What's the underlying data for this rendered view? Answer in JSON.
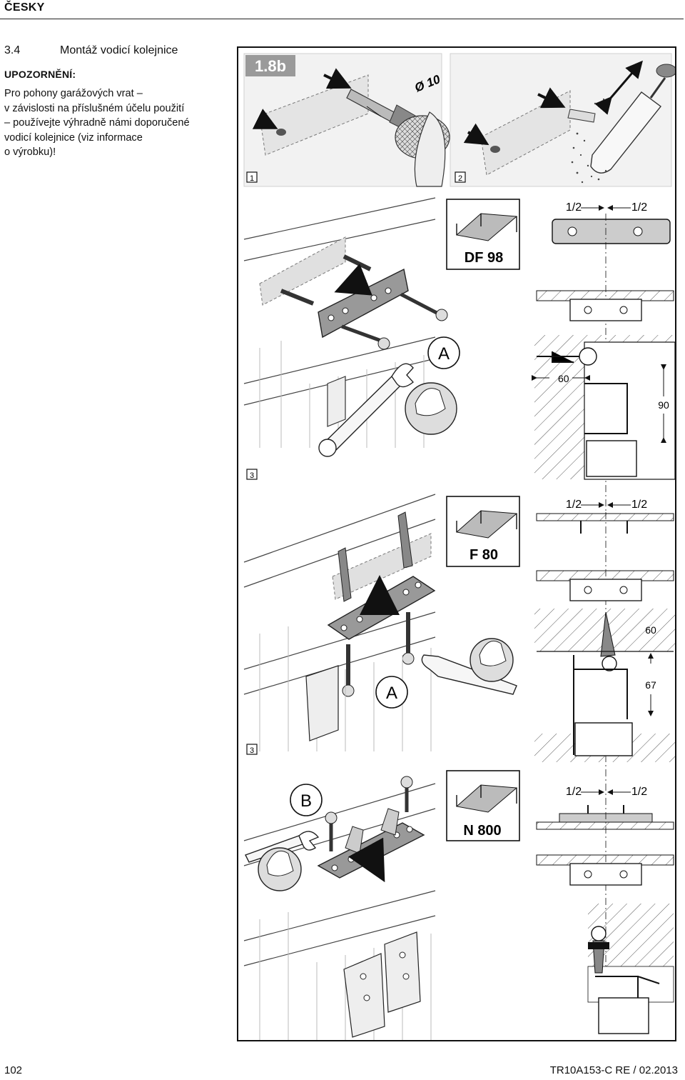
{
  "header": {
    "language": "ČESKY"
  },
  "section": {
    "number": "3.4",
    "title": "Montáž vodicí kolejnice"
  },
  "warning": {
    "label": "UPOZORNĚNÍ:",
    "lines": [
      "Pro pohony garážových vrat –",
      "v závislosti na příslušném účelu použití",
      "– používejte výhradně námi doporučené",
      "vodicí kolejnice (viz informace",
      "o výrobku)!"
    ]
  },
  "figure": {
    "id": "1.8b",
    "drill_label": "Ø 10",
    "step_1": "1",
    "step_2": "2",
    "step_3": "3",
    "half": "1/2",
    "rail_df98": "DF 98",
    "rail_f80": "F 80",
    "rail_n800": "N 800",
    "mark_a": "A",
    "mark_b": "B",
    "dim_60": "60",
    "dim_90": "90",
    "dim_67": "67"
  },
  "footer": {
    "page": "102",
    "doc_code": "TR10A153-C  RE / 02.2013"
  }
}
